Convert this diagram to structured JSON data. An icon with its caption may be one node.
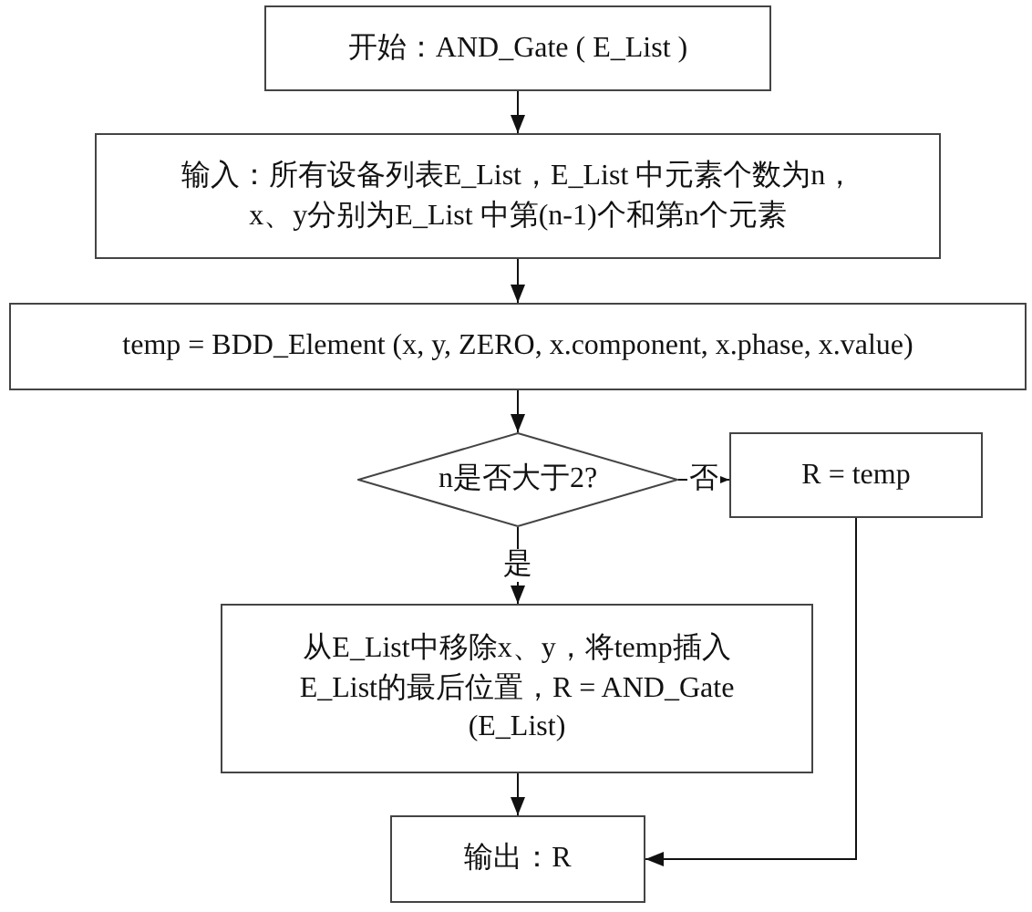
{
  "diagram": {
    "nodes": [
      {
        "text": [
          "开始：AND_Gate ( E_List )"
        ]
      },
      {
        "text": [
          "输入：所有设备列表E_List，E_List 中元素个数为n， x、y分别为E_List 中第(n-1)个和第n个元素"
        ]
      },
      {
        "text": [
          "temp = BDD_Element (x, y, ZERO, x.component, x.phase, x.value)"
        ]
      },
      {
        "text": [
          "n是否大于2?"
        ]
      },
      {
        "text": [
          "R = temp"
        ]
      },
      {
        "text": [
          "从E_List中移除x、y，将temp插入E_List的最后位置，R = AND_Gate (E_List)"
        ]
      },
      {
        "text": [
          "输出：R"
        ]
      }
    ],
    "edges": [
      {
        "from": 0,
        "to": 1,
        "arrow": "to"
      },
      {
        "from": 1,
        "to": 2,
        "arrow": "to"
      },
      {
        "from": 2,
        "to": 3,
        "arrow": "to"
      },
      {
        "from": 3,
        "to": 4,
        "arrow": "to",
        "label": "否"
      },
      {
        "from": 3,
        "to": 5,
        "arrow": "to",
        "label": "是"
      },
      {
        "from": 5,
        "to": 6,
        "arrow": "to"
      },
      {
        "from": 4,
        "to": 6,
        "arrow": "to"
      }
    ]
  }
}
